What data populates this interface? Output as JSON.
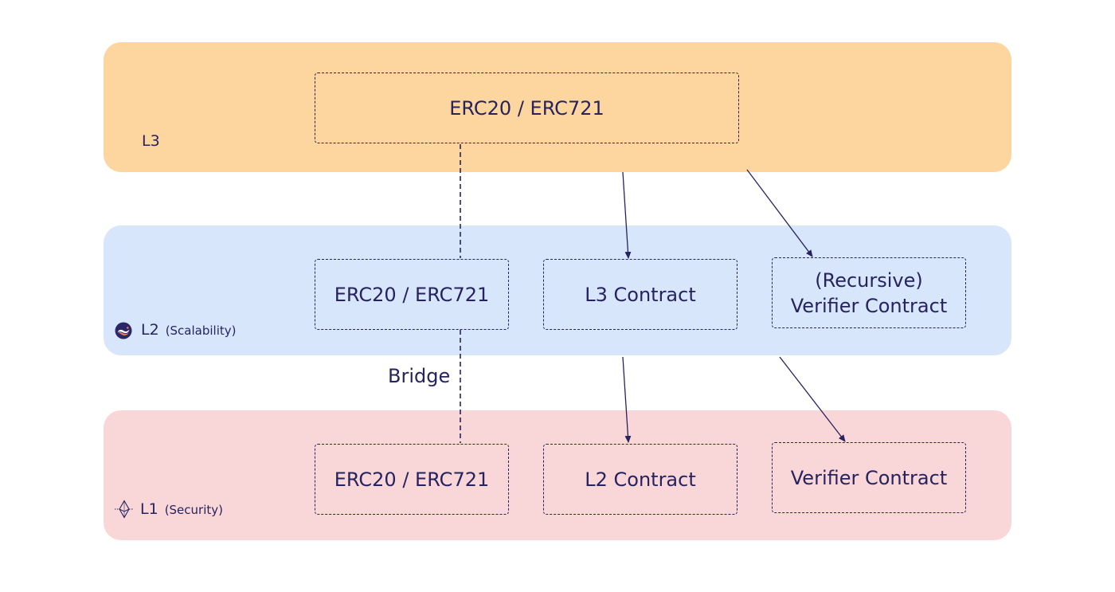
{
  "layers": {
    "l3": {
      "name": "L3",
      "subtitle": ""
    },
    "l2": {
      "name": "L2",
      "subtitle": "(Scalability)"
    },
    "l1": {
      "name": "L1",
      "subtitle": "(Security)"
    }
  },
  "boxes": {
    "l3_token": "ERC20 / ERC721",
    "l2_token": "ERC20 / ERC721",
    "l2_l3_contract": "L3 Contract",
    "l2_verifier_line1": "(Recursive)",
    "l2_verifier_line2": "Verifier Contract",
    "l1_token": "ERC20 / ERC721",
    "l1_l2_contract": "L2 Contract",
    "l1_verifier": "Verifier Contract"
  },
  "bridge_label": "Bridge",
  "icons": {
    "l2": "starknet-logo-icon",
    "l1": "ethereum-logo-icon"
  },
  "colors": {
    "l3_band": "#fdd59f",
    "l2_band": "#d7e6fb",
    "l1_band": "#f9d7d8",
    "ink": "#26235e"
  }
}
